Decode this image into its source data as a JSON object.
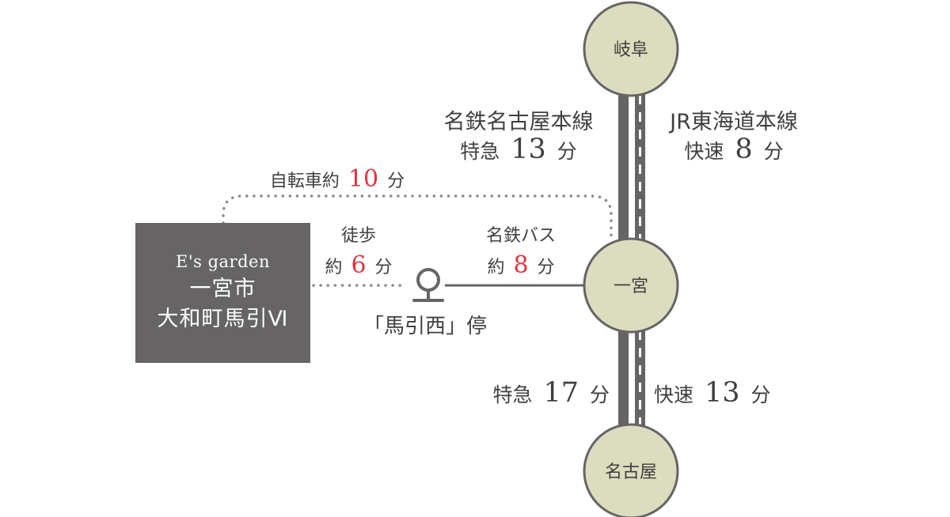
{
  "stations": {
    "gifu": "岐阜",
    "ichinomiya": "一宮",
    "nagoya": "名古屋"
  },
  "origin": {
    "brand": "E's garden",
    "line1": "一宮市",
    "line2": "大和町馬引Ⅵ"
  },
  "routes": {
    "meitetsu_line": "名鉄名古屋本線",
    "meitetsu_upper_prefix": "特急",
    "meitetsu_upper_num": "13",
    "jr_line": "JR東海道本線",
    "jr_upper_prefix": "快速",
    "jr_upper_num": "8",
    "meitetsu_lower_prefix": "特急",
    "meitetsu_lower_num": "17",
    "jr_lower_prefix": "快速",
    "jr_lower_num": "13",
    "unit": "分"
  },
  "bicycle": {
    "prefix": "自転車約",
    "num": "10",
    "unit": "分"
  },
  "walk": {
    "title": "徒歩",
    "prefix": "約",
    "num": "6",
    "unit": "分"
  },
  "bus": {
    "title": "名鉄バス",
    "prefix": "約",
    "num": "8",
    "unit": "分"
  },
  "bus_stop": "「馬引西」停",
  "colors": {
    "station_fill": "#dcdcbf",
    "line_gray": "#666464",
    "accent_red": "#e0343f",
    "text": "#3f3f3f",
    "dotted": "#8a8a8a"
  }
}
